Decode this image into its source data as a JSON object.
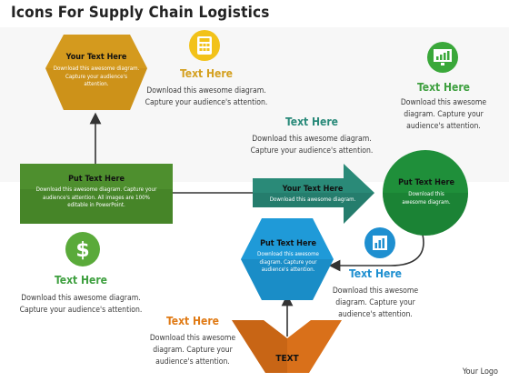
{
  "title": "Icons For Supply Chain Logistics",
  "logo": "Your Logo",
  "shapes": {
    "hexagon_gold": {
      "title": "Your Text Here",
      "text": "Download this awesome diagram. Capture your audience's attention."
    },
    "rect_green": {
      "title": "Put Text Here",
      "text": "Download this awesome diagram. Capture your audience's attention. All images are 100% editable in PowerPoint."
    },
    "arrow_teal": {
      "title": "Your Text Here",
      "text": "Download this awesome diagram."
    },
    "circle_green": {
      "title": "Put Text Here",
      "text": "Download this awesome diagram."
    },
    "hexagon_blue": {
      "title": "Put Text Here",
      "text": "Download this awesome diagram. Capture your audience's attention."
    },
    "chevron_orange": {
      "title": "TEXT"
    }
  },
  "callouts": {
    "calculator": {
      "heading": "Text Here",
      "text": "Download this awesome diagram. Capture your audience's attention."
    },
    "monitor": {
      "heading": "Text Here",
      "text": "Download this awesome diagram. Capture your audience's attention."
    },
    "middle": {
      "heading": "Text Here",
      "text": "Download this awesome diagram. Capture your audience's attention."
    },
    "dollar": {
      "heading": "Text Here",
      "text": "Download this awesome diagram. Capture your audience's attention."
    },
    "chart": {
      "heading": "Text Here",
      "text": "Download this awesome diagram. Capture your audience's attention."
    },
    "bottom": {
      "heading": "Text Here",
      "text": "Download this awesome diagram. Capture your audience's attention."
    }
  },
  "icons": [
    "calculator-icon",
    "monitor-chart-icon",
    "dollar-icon",
    "bar-chart-icon"
  ],
  "colors": {
    "gold": "#d49a1e",
    "green": "#4e8f2e",
    "teal": "#2a8a78",
    "circle": "#1f8f3a",
    "blue": "#1f9ad8",
    "orange": "#d9701a"
  }
}
